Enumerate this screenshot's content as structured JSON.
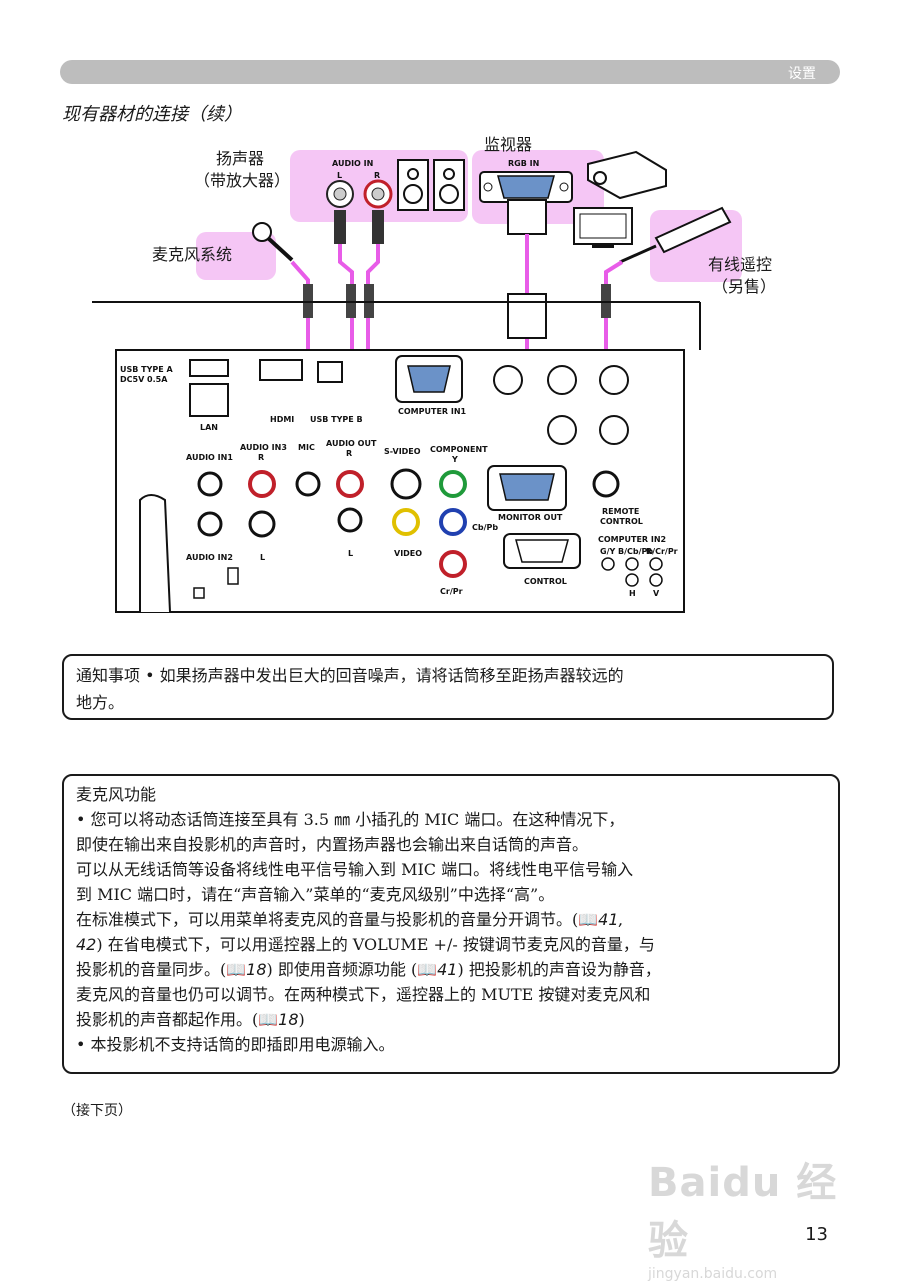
{
  "header": {
    "section_label": "设置"
  },
  "title": "现有器材的连接（续）",
  "diagram": {
    "devices": {
      "speaker_line1": "扬声器",
      "speaker_line2": "（带放大器）",
      "monitor": "监视器",
      "mic_system": "麦克风系统",
      "remote_line1": "有线遥控",
      "remote_line2": "（另售）"
    },
    "connectors": {
      "audio_in": "AUDIO IN",
      "audio_in_l": "L",
      "audio_in_r": "R",
      "rgb_in": "RGB IN"
    },
    "ports": {
      "usb_type_a": "USB TYPE A",
      "usb_type_a_spec": "DC5V 0.5A",
      "lan": "LAN",
      "hdmi": "HDMI",
      "usb_type_b": "USB TYPE B",
      "computer_in1": "COMPUTER IN1",
      "audio_in1": "AUDIO IN1",
      "audio_in2": "AUDIO IN2",
      "audio_in3": "AUDIO IN3",
      "audio_in3_r": "R",
      "audio_in3_l": "L",
      "mic": "MIC",
      "audio_out": "AUDIO OUT",
      "audio_out_r": "R",
      "audio_out_l": "L",
      "s_video": "S-VIDEO",
      "video": "VIDEO",
      "component": "COMPONENT",
      "component_y": "Y",
      "component_cb": "Cb/Pb",
      "component_cr": "Cr/Pr",
      "monitor_out": "MONITOR OUT",
      "remote_control_1": "REMOTE",
      "remote_control_2": "CONTROL",
      "control": "CONTROL",
      "computer_in2": "COMPUTER IN2",
      "ci2_g": "G/Y",
      "ci2_b": "B/Cb/Pb",
      "ci2_r": "R/Cr/Pr",
      "ci2_h": "H",
      "ci2_v": "V"
    },
    "colors": {
      "highlight": "#f5c6f5",
      "cable": "#e85ce8"
    }
  },
  "notice": {
    "label": "通知事项",
    "line1": "• 如果扬声器中发出巨大的回音噪声，请将话筒移至距扬声器较远的",
    "line2": "地方。"
  },
  "mic_function": {
    "title": "麦克风功能",
    "lines": [
      "• 您可以将动态话筒连接至具有 3.5 ㎜ 小插孔的 MIC 端口。在这种情况下，",
      "即使在输出来自投影机的声音时，内置扬声器也会输出来自话筒的声音。",
      "可以从无线话筒等设备将线性电平信号输入到 MIC 端口。将线性电平信号输入",
      "到 MIC 端口时，请在“声音输入”菜单的“麦克风级别”中选择“高”。"
    ],
    "line5_text": "在标准模式下，可以用菜单将麦克风的音量与投影机的音量分开调节。(",
    "line5_ref": "41,",
    "line6_ref": "42",
    "line6_text": ") 在省电模式下，可以用遥控器上的 VOLUME +/- 按键调节麦克风的音量，与",
    "line7_text_a": "投影机的音量同步。(",
    "line7_ref_a": "18",
    "line7_text_b": ") 即使用音频源功能 (",
    "line7_ref_b": "41",
    "line7_text_c": ") 把投影机的声音设为静音，",
    "line8": "麦克风的音量也仍可以调节。在两种模式下，遥控器上的 MUTE 按键对麦克风和",
    "line9_text": "投影机的声音都起作用。(",
    "line9_ref": "18",
    "line9_end": ")",
    "last": "• 本投影机不支持话筒的即插即用电源输入。"
  },
  "continued": "（接下页）",
  "watermark": {
    "main": "Baidu 经验",
    "sub": "jingyan.baidu.com"
  },
  "page_number": "13"
}
